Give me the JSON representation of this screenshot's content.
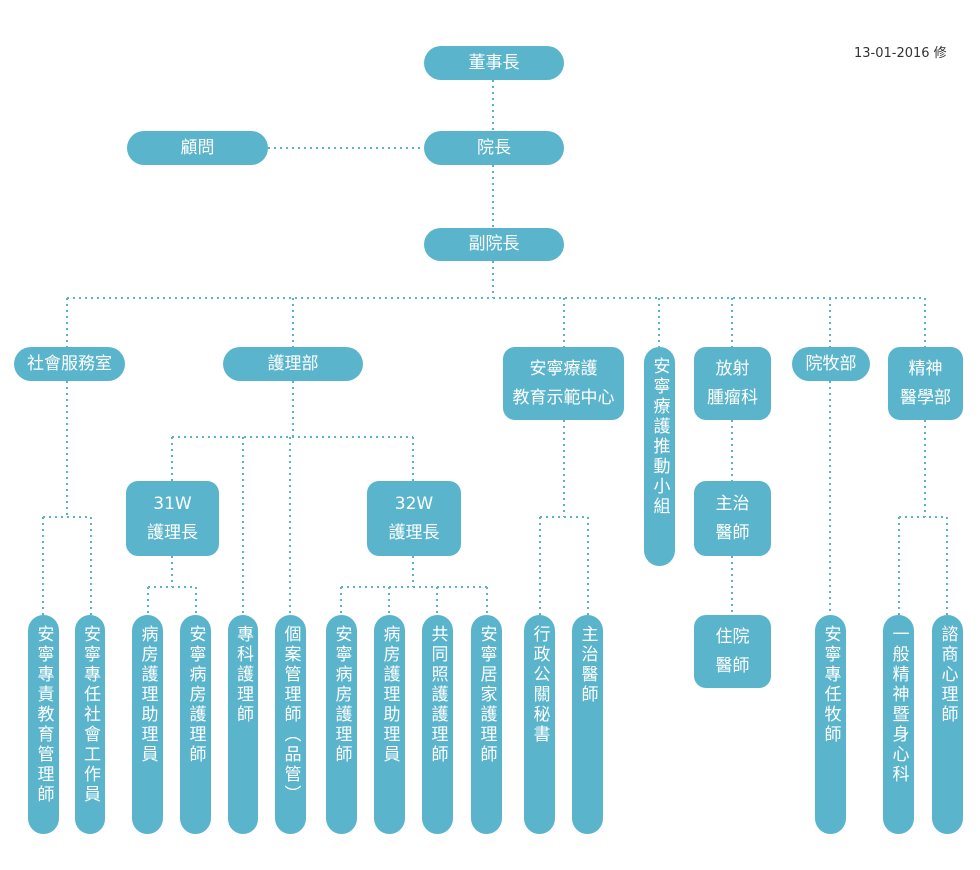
{
  "revision": "13-01-2016 修",
  "nodes": {
    "chairman": "董事長",
    "advisor": "顧問",
    "president": "院長",
    "vice_president": "副院長",
    "social_service": "社會服務室",
    "nursing_dept": "護理部",
    "hospice_center": {
      "line1": "安寧療護",
      "line2": "教育示範中心"
    },
    "hospice_promotion": "安寧療護推動小組",
    "radiation_oncology": {
      "line1": "放射",
      "line2": "腫瘤科"
    },
    "chaplaincy": "院牧部",
    "psychiatry": {
      "line1": "精神",
      "line2": "醫學部"
    },
    "ward_31w": {
      "line1": "31W",
      "line2": "護理長"
    },
    "ward_32w": {
      "line1": "32W",
      "line2": "護理長"
    },
    "attending_rad": {
      "line1": "主治",
      "line2": "醫師"
    },
    "resident_rad": {
      "line1": "住院",
      "line2": "醫師"
    }
  },
  "leaves": {
    "hospice_edu_manager": "安寧專責教育管理師",
    "hospice_social_worker": "安寧專任社會工作員",
    "ward_nurse_aide_31": "病房護理助理員",
    "hospice_ward_nurse_31": "安寧病房護理師",
    "specialist_nurse": "專科護理師",
    "case_manager": "個案管理師（品管）",
    "hospice_ward_nurse_32": "安寧病房護理師",
    "ward_nurse_aide_32": "病房護理助理員",
    "shared_care_nurse": "共同照護護理師",
    "hospice_home_nurse": "安寧居家護理師",
    "admin_secretary": "行政公關秘書",
    "attending_hospice": "主治醫師",
    "hospice_chaplain": "安寧專任牧師",
    "general_psych": "一般精神暨身心科",
    "counselor": "諮商心理師"
  }
}
